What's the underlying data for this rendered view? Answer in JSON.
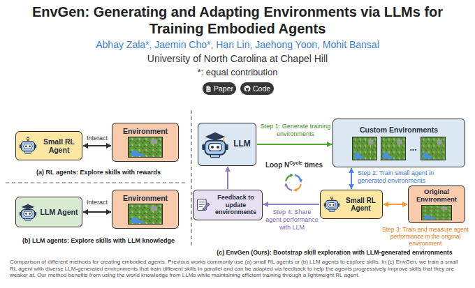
{
  "diagram": {
    "title": "EnvGen: Generating and Adapting Environments via LLMs for Training Embodied Agents",
    "caption": "Comparison of different methods for creating embodied agents. Previous works commonly use (a) small RL agents or (b) LLM agents to explore skills. In (c) EnvGen, we train a small RL agent with diverse LLM-generated environments that train different skills in parallel and can be adapted via feedback to help the agents progressively improve skills that they are weaker at. Our method benefits from using the world knowledge from LLMs while maintaining efficient training through a lightweight RL agent.",
    "nodes": [
      {
        "text": [
          "Paper"
        ]
      },
      {
        "text": [
          "Code"
        ]
      },
      {
        "text": [
          "Small RL Agent"
        ]
      },
      {
        "text": [
          "Environment"
        ]
      },
      {
        "text": [
          "LLM Agent"
        ]
      },
      {
        "text": [
          "Environment"
        ]
      },
      {
        "text": [
          "LLM"
        ]
      },
      {
        "text": [
          "Custom Environments",
          "..."
        ]
      },
      {
        "text": [
          "Feedback to update environments"
        ]
      },
      {
        "text": [
          "Small RL Agent"
        ]
      },
      {
        "text": [
          "Original Environment"
        ]
      }
    ],
    "edges": [
      {
        "from": 2,
        "to": 3,
        "label": "Interact",
        "arrow": "both"
      },
      {
        "from": 4,
        "to": 5,
        "label": "Interact",
        "arrow": "both"
      },
      {
        "from": 6,
        "to": 7,
        "label": "Step 1: Generate training environments",
        "arrow": "to"
      },
      {
        "from": 7,
        "to": 9,
        "label": "Step 2: Train small agent in generated environments",
        "arrow": "both"
      },
      {
        "from": 9,
        "to": 10,
        "label": "Step 3: Train and measure agent performance in the original environment",
        "arrow": "both"
      },
      {
        "from": 9,
        "to": 8,
        "label": "Step 4: Share agent performance with LLM",
        "arrow": "to"
      },
      {
        "from": 8,
        "to": 6,
        "arrow": "to"
      }
    ],
    "labels": [
      "Abhay Zala*, Jaemin Cho*, Han Lin, Jaehong Yoon, Mohit Bansal",
      "University of North Carolina at Chapel Hill",
      "*: equal contribution",
      "(a) RL agents: Explore skills with rewards",
      "(b) LLM agents: Explore skills with LLM knowledge",
      "Loop N",
      "Cycle",
      "times",
      "(c) EnvGen (Ours): Bootstrap skill exploration with LLM-generated environments"
    ]
  }
}
